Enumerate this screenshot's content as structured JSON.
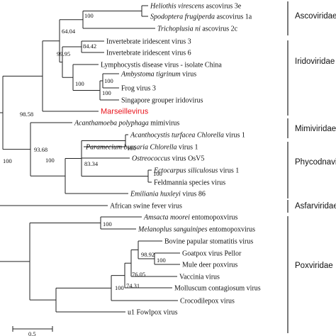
{
  "tree": {
    "taxa": [
      {
        "id": "t1",
        "segments": [
          {
            "text": "Heliothis virescens",
            "italic": true
          },
          {
            "text": " ascovirus 3e",
            "italic": false
          }
        ]
      },
      {
        "id": "t2",
        "segments": [
          {
            "text": "Spodoptera frugiperda",
            "italic": true
          },
          {
            "text": " ascovirus 1a",
            "italic": false
          }
        ]
      },
      {
        "id": "t3",
        "segments": [
          {
            "text": "Trichoplusia ni",
            "italic": true
          },
          {
            "text": " ascovirus 2c",
            "italic": false
          }
        ]
      },
      {
        "id": "t4",
        "segments": [
          {
            "text": "Invertebrate iridescent virus 3",
            "italic": false
          }
        ]
      },
      {
        "id": "t5",
        "segments": [
          {
            "text": "Invertebrate iridescent virus 6",
            "italic": false
          }
        ]
      },
      {
        "id": "t6",
        "segments": [
          {
            "text": "Lymphocystis disease virus - isolate China",
            "italic": false
          }
        ]
      },
      {
        "id": "t7",
        "segments": [
          {
            "text": "Ambystoma tigrinum",
            "italic": true
          },
          {
            "text": " virus",
            "italic": false
          }
        ]
      },
      {
        "id": "t8",
        "segments": [
          {
            "text": "Frog virus 3",
            "italic": false
          }
        ]
      },
      {
        "id": "t9",
        "segments": [
          {
            "text": "Singapore grouper iridovirus",
            "italic": false
          }
        ]
      },
      {
        "id": "t10",
        "segments": [
          {
            "text": "Marseillevirus",
            "italic": false
          }
        ],
        "highlight": true
      },
      {
        "id": "t11",
        "segments": [
          {
            "text": "Acanthamoeba polyphaga",
            "italic": true
          },
          {
            "text": " mimivirus",
            "italic": false
          }
        ]
      },
      {
        "id": "t12",
        "segments": [
          {
            "text": "Acanthocystis turfacea Chlorella",
            "italic": true
          },
          {
            "text": " virus 1",
            "italic": false
          }
        ]
      },
      {
        "id": "t13",
        "segments": [
          {
            "text": "Paramecium bursaria Chlorella",
            "italic": true
          },
          {
            "text": " virus 1",
            "italic": false
          }
        ]
      },
      {
        "id": "t14",
        "segments": [
          {
            "text": "Ostreococcus",
            "italic": true
          },
          {
            "text": " virus OsV5",
            "italic": false
          }
        ]
      },
      {
        "id": "t15",
        "segments": [
          {
            "text": "Ectocarpus siliculosus",
            "italic": true
          },
          {
            "text": " virus 1",
            "italic": false
          }
        ]
      },
      {
        "id": "t16",
        "segments": [
          {
            "text": "Feldmannia species virus",
            "italic": false
          }
        ]
      },
      {
        "id": "t17",
        "segments": [
          {
            "text": "Emiliania huxleyi",
            "italic": true
          },
          {
            "text": " virus 86",
            "italic": false
          }
        ]
      },
      {
        "id": "t18",
        "segments": [
          {
            "text": "African swine fever virus",
            "italic": false
          }
        ]
      },
      {
        "id": "t19",
        "segments": [
          {
            "text": "Amsacta moorei",
            "italic": true
          },
          {
            "text": " entomopoxvirus",
            "italic": false
          }
        ]
      },
      {
        "id": "t20",
        "segments": [
          {
            "text": "Melanoplus sanguinipes",
            "italic": true
          },
          {
            "text": " entomopoxvirus",
            "italic": false
          }
        ]
      },
      {
        "id": "t21",
        "segments": [
          {
            "text": "Bovine papular stomatitis virus",
            "italic": false
          }
        ]
      },
      {
        "id": "t22",
        "segments": [
          {
            "text": "Goatpox virus Pellor",
            "italic": false
          }
        ]
      },
      {
        "id": "t23",
        "segments": [
          {
            "text": "Mule deer poxvirus",
            "italic": false
          }
        ]
      },
      {
        "id": "t24",
        "segments": [
          {
            "text": "Vaccinia virus",
            "italic": false
          }
        ]
      },
      {
        "id": "t25",
        "segments": [
          {
            "text": "Molluscum contagiosum virus",
            "italic": false
          }
        ]
      },
      {
        "id": "t26",
        "segments": [
          {
            "text": "Crocodilepox virus",
            "italic": false
          }
        ]
      },
      {
        "id": "t27",
        "segments": [
          {
            "text": "u1 Fowlpox virus",
            "italic": false
          }
        ]
      }
    ],
    "bootstrap_values": [
      "100",
      "64.04",
      "84.42",
      "99.95",
      "100",
      "100",
      "100",
      "98.58",
      "93.68",
      "100",
      "83.34",
      "100",
      "100",
      "100",
      "100",
      "98.92",
      "100",
      "76.05",
      "74.31",
      "100"
    ],
    "families": [
      "Ascoviridae",
      "Iridoviridae",
      "Mimiviridae",
      "Phycodnaviridae",
      "Asfarviridae",
      "Poxviridae"
    ],
    "scale_label": "0.5",
    "colors": {
      "line": "#222222",
      "text": "#111111",
      "highlight": "#e8141c"
    }
  }
}
